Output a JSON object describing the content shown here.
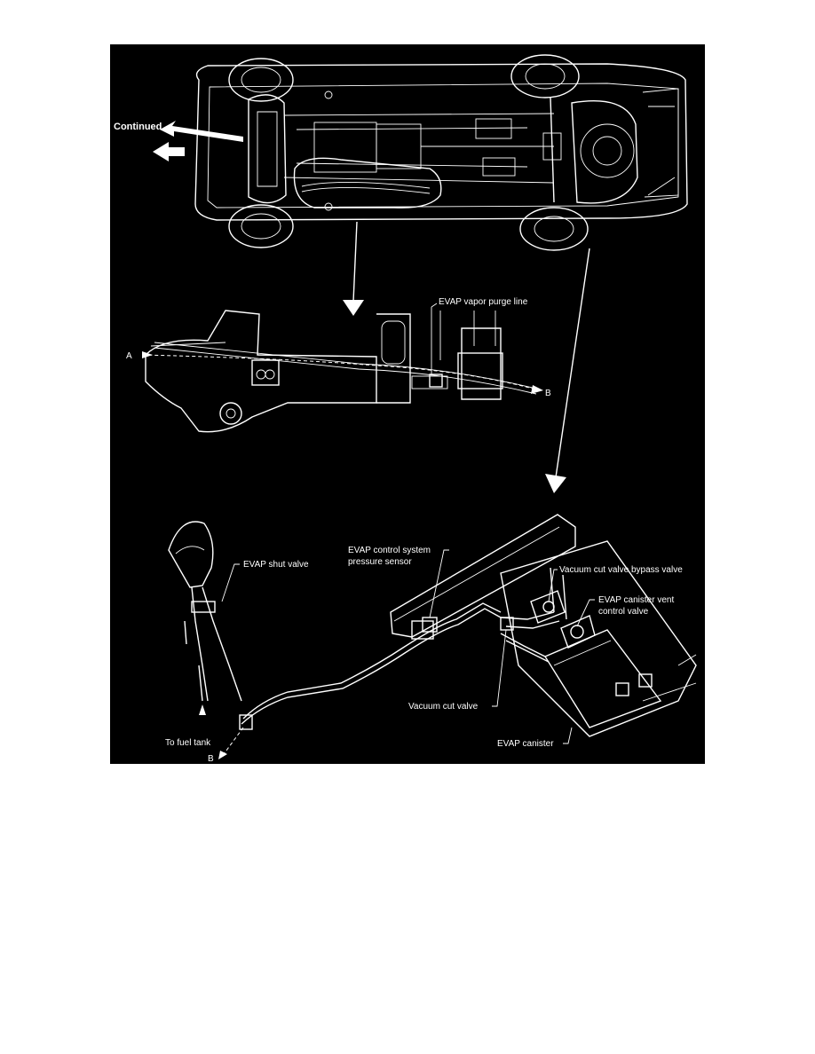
{
  "labels": {
    "continued": "Continued",
    "vapor_purge_line": "EVAP vapor purge line",
    "point_a": "A",
    "point_b_mid": "B",
    "shut_valve": "EVAP shut valve",
    "pressure_sensor_l1": "EVAP control system",
    "pressure_sensor_l2": "pressure sensor",
    "bypass_valve": "Vacuum cut valve bypass valve",
    "vent_control_l1": "EVAP canister vent",
    "vent_control_l2": "control valve",
    "vacuum_cut_valve": "Vacuum cut valve",
    "to_fuel_tank": "To fuel tank",
    "point_b_bottom": "B",
    "canister": "EVAP canister"
  },
  "colors": {
    "background": "#000000",
    "ink": "#ffffff"
  }
}
